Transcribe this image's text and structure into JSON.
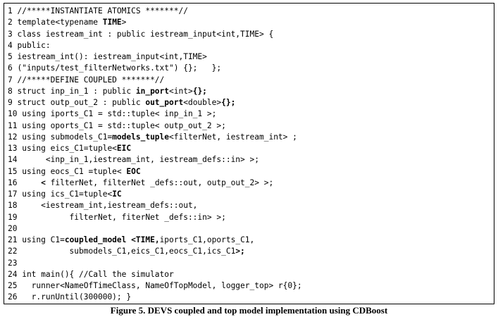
{
  "code_lines": [
    [
      {
        "t": "1 //*****INSTANTIATE ATOMICS *******//"
      }
    ],
    [
      {
        "t": "2 template<typename "
      },
      {
        "t": "TIME",
        "b": true
      },
      {
        "t": ">"
      }
    ],
    [
      {
        "t": "3 class iestream_int : public iestream_input<int,TIME> {"
      }
    ],
    [
      {
        "t": "4 public:"
      }
    ],
    [
      {
        "t": "5 iestream_int(): iestream_input<int,TIME>"
      }
    ],
    [
      {
        "t": "6 (\"inputs/test_filterNetworks.txt\") {};   };"
      }
    ],
    [
      {
        "t": "7 //*****DEFINE COUPLED *******//"
      }
    ],
    [
      {
        "t": "8 struct inp_in_1 : public "
      },
      {
        "t": "in_port",
        "b": true
      },
      {
        "t": "<int>"
      },
      {
        "t": "{};",
        "b": true
      }
    ],
    [
      {
        "t": "9 struct outp_out_2 : public "
      },
      {
        "t": "out_port",
        "b": true
      },
      {
        "t": "<double>"
      },
      {
        "t": "{};",
        "b": true
      }
    ],
    [
      {
        "t": "10 using iports_C1 = std::tuple< inp_in_1 >;"
      }
    ],
    [
      {
        "t": "11 using oports_C1 = std::tuple< outp_out_2 >;"
      }
    ],
    [
      {
        "t": "12 using submodels_C1="
      },
      {
        "t": "models_tuple",
        "b": true
      },
      {
        "t": "<filterNet, iestream_int> ;"
      }
    ],
    [
      {
        "t": "13 using eics_C1=tuple<"
      },
      {
        "t": "EIC",
        "b": true
      }
    ],
    [
      {
        "t": "14      <inp_in_1,iestream_int, iestream_defs::in> >;"
      }
    ],
    [
      {
        "t": "15 using eocs_C1 =tuple< "
      },
      {
        "t": "EOC",
        "b": true
      }
    ],
    [
      {
        "t": "16     "
      },
      {
        "t": "<",
        "b": true
      },
      {
        "t": " filterNet, filterNet _defs::out, outp_out_2> >;"
      }
    ],
    [
      {
        "t": "17 using ics_C1=tuple<"
      },
      {
        "t": "IC",
        "b": true
      }
    ],
    [
      {
        "t": "18     <iestream_int,iestream_defs::out,"
      }
    ],
    [
      {
        "t": "19           filterNet, fiterNet _defs::in> >;"
      }
    ],
    [
      {
        "t": "20"
      }
    ],
    [
      {
        "t": "21 using C1="
      },
      {
        "t": "coupled_model",
        "b": true
      },
      {
        "t": " "
      },
      {
        "t": "<TIME,",
        "b": true
      },
      {
        "t": "iports_C1,oports_C1,"
      }
    ],
    [
      {
        "t": "22           submodels_C1,eics_C1,eocs_C1,ics_C1"
      },
      {
        "t": ">;",
        "b": true
      }
    ],
    [
      {
        "t": "23"
      }
    ],
    [
      {
        "t": "24 int main(){ //Call the simulator"
      }
    ],
    [
      {
        "t": "25   runner<NameOfTimeClass, NameOfTopModel, logger_top> r{0};"
      }
    ],
    [
      {
        "t": "26   r.runUntil(300000); }"
      }
    ]
  ],
  "caption": "Figure 5. DEVS coupled and top model implementation using CDBoost"
}
